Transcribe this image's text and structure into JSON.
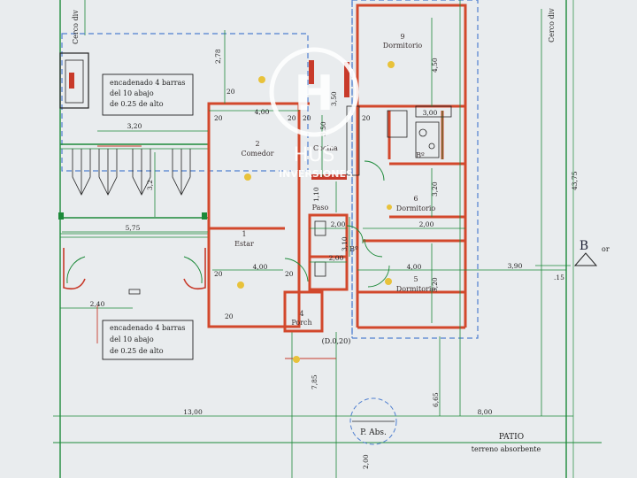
{
  "rooms": {
    "dormitorio_top": {
      "num": "9",
      "label": "Dormitorio"
    },
    "comedor": {
      "num": "2",
      "label": "Comedor"
    },
    "cocina": {
      "label": "Cocina"
    },
    "dormitorio_mid": {
      "num": "6",
      "label": "Dormitorio"
    },
    "paso": {
      "label": "Paso"
    },
    "estar": {
      "num": "1",
      "label": "Estar"
    },
    "bano_top": {
      "label": "Bº"
    },
    "bano_mid": {
      "label": "Bº"
    },
    "dormitorio_low": {
      "num": "5",
      "label": "Dormitorio"
    },
    "porch": {
      "num": "4",
      "label": "Porch"
    }
  },
  "notes": {
    "encadenado_top": [
      "encadenado 4 barras",
      "del 10 abajo",
      "de 0.25 de alto"
    ],
    "encadenado_bottom": [
      "encadenado 4 barras",
      "del 10 abajo",
      "de 0.25 de alto"
    ]
  },
  "labels": {
    "cerco_left": "Cerco div",
    "cerco_right": "Cerco div",
    "patio": "PATIO",
    "terreno": "terreno absorbente",
    "p_abs": "P. Abs.",
    "section_b": "B",
    "section_b_suffix": "or",
    "d_label": "(D.0,20)"
  },
  "dimensions": {
    "d_320": "3,20",
    "d_278": "2,78",
    "d_575": "5,75",
    "d_240": "2,40",
    "d_400_top": "4,00",
    "d_20_a": "20",
    "d_20_b": "20",
    "d_20_c": "20",
    "d_20_d": "20",
    "d_20_e": "20",
    "d_20_f": "20",
    "d_20_g": "20",
    "d_20_h": "20",
    "d_3550": "3,50",
    "d_450": "4,50",
    "d_300": "3,00",
    "d_110": "1,10",
    "d_200_a": "2,00",
    "d_200_b": "2,00",
    "d_200_c": "2,00",
    "d_310": "3,10",
    "d_400_estar": "4,00",
    "d_400_low": "4,00",
    "d_390": "3,90",
    "d_15": ".15",
    "d_320_right": "3,20",
    "d_320_low": "3,20",
    "d_3x_mid": "3,2",
    "d_4375": "43,75",
    "d_785": "7,85",
    "d_665": "6,65",
    "d_1300": "13,00",
    "d_800": "8,00",
    "d_200_bottom": "2,00",
    "d_350_v": "3,50"
  },
  "watermark": {
    "brand": "HUS",
    "sub": "INVERSIONES",
    "logo": "H"
  },
  "colors": {
    "paper": "#e9ecee",
    "wall": "#d2482c",
    "dim_line": "#1d8a3a",
    "blue": "#4f7fd0",
    "brick": "#c83a2a",
    "watermark": "#ffffff"
  }
}
